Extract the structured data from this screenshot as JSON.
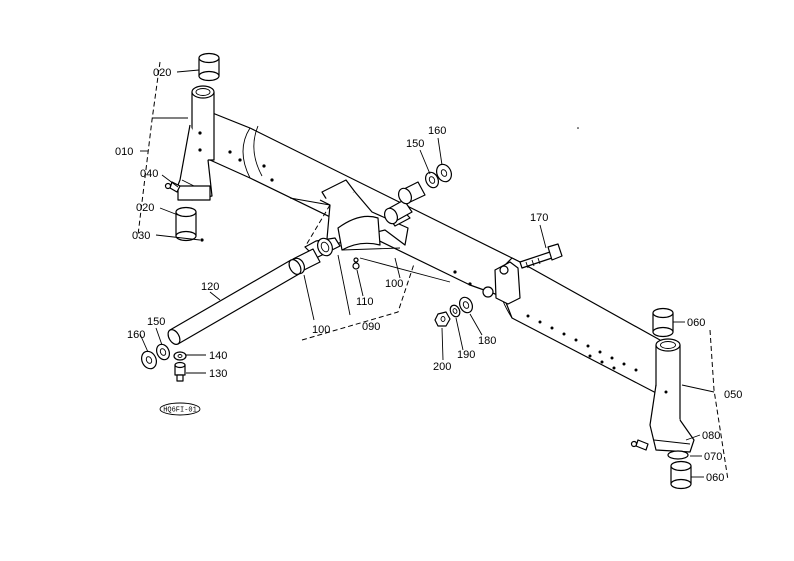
{
  "diagram": {
    "ref_code": "HQ6FI-01",
    "labels": {
      "p010": "010",
      "p020_top": "020",
      "p020_bottom": "020",
      "p030": "030",
      "p040": "040",
      "p050": "050",
      "p060_top": "060",
      "p060_bottom": "060",
      "p070": "070",
      "p080": "080",
      "p090": "090",
      "p100_left": "100",
      "p100_right": "100",
      "p110": "110",
      "p120": "120",
      "p130": "130",
      "p140": "140",
      "p150_left": "150",
      "p150_right": "150",
      "p160_left": "160",
      "p160_right": "160",
      "p170": "170",
      "p180": "180",
      "p190": "190",
      "p200": "200"
    }
  }
}
